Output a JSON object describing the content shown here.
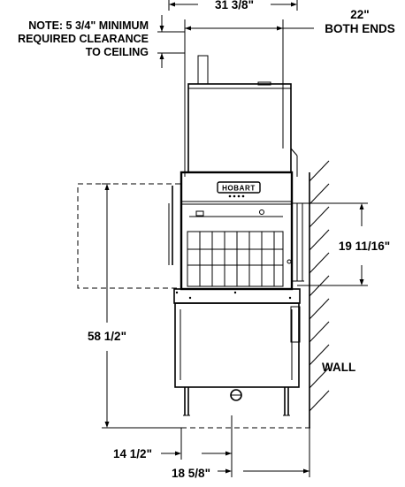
{
  "notes": {
    "clearance_line1": "NOTE: 5 3/4\" MINIMUM",
    "clearance_line2": "REQUIRED CLEARANCE",
    "clearance_line3": "TO CEILING"
  },
  "dimensions": {
    "top_width": "31 3/8\"",
    "both_ends_line1": "22\"",
    "both_ends_line2": "BOTH ENDS",
    "door_height": "19 11/16\"",
    "overall_height": "58 1/2\"",
    "bottom_offset": "14 1/2\"",
    "depth_to_wall": "18 5/8\""
  },
  "labels": {
    "wall": "WALL",
    "brand": "HOBART"
  }
}
